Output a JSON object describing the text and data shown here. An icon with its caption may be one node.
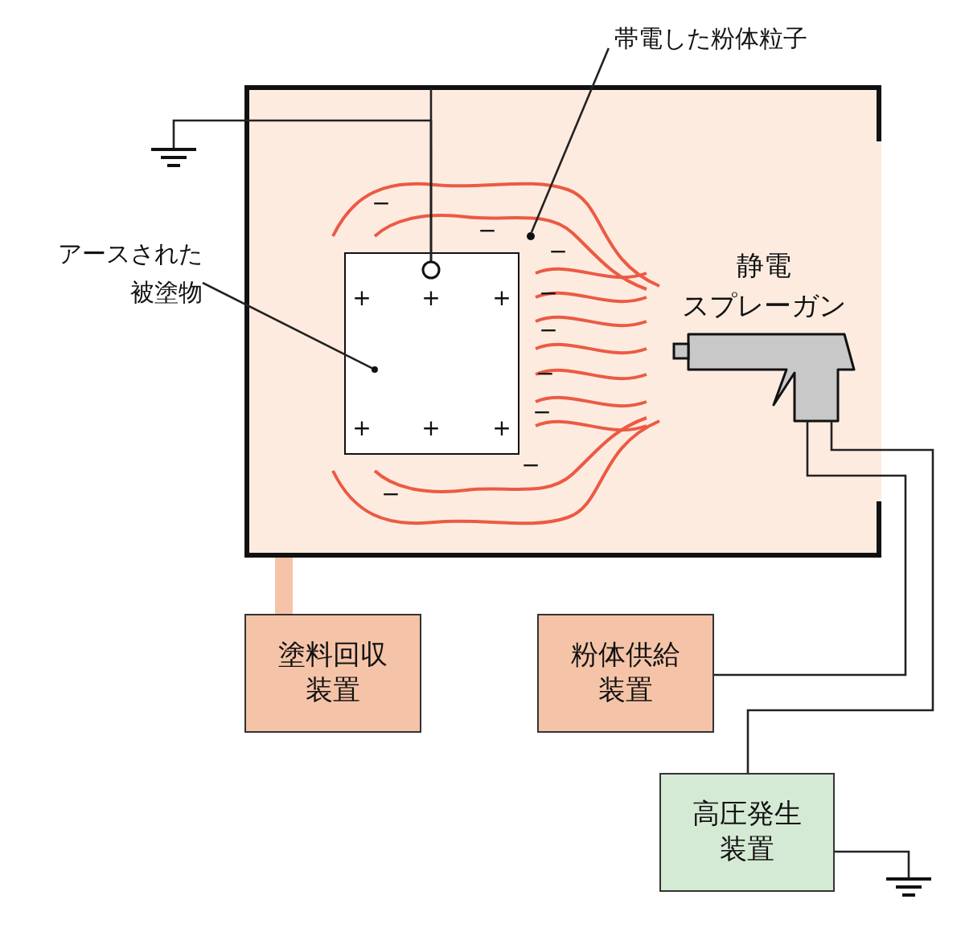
{
  "diagram": {
    "nodes": [
      {
        "text": [],
        "shape": "box"
      },
      {
        "text": [],
        "shape": "box",
        "in": 0
      },
      {
        "text": [
          "アースされた被塗物"
        ]
      },
      {
        "text": [
          "帯電した粉体粒子"
        ]
      },
      {
        "text": [],
        "shape": "picture",
        "in": 0,
        "beside": [
          "静電",
          "スプレーガン"
        ]
      },
      {
        "text": [
          "塗料回収装置"
        ]
      },
      {
        "text": [
          "粉体供給装置"
        ]
      },
      {
        "text": [
          "高圧発生装置"
        ]
      },
      {
        "text": [],
        "shape": "ground"
      },
      {
        "text": [],
        "shape": "ground"
      },
      {
        "text": [],
        "shape": "circle",
        "in": 0
      }
    ],
    "edges": [
      {
        "from": 1,
        "to": 0,
        "arrow": "none"
      },
      {
        "from": 1,
        "to": 8,
        "arrow": "none"
      },
      {
        "from": 2,
        "to": 1,
        "arrow": "other"
      },
      {
        "from": 3,
        "to": 10,
        "arrow": "none"
      },
      {
        "from": 0,
        "to": 5,
        "arrow": "none",
        "style": "thick",
        "color": "#f5c4a8"
      },
      {
        "from": 6,
        "to": 4,
        "arrow": "none"
      },
      {
        "from": 7,
        "to": 4,
        "arrow": "none"
      },
      {
        "from": 7,
        "to": 9,
        "arrow": "none"
      }
    ],
    "labels": [
      "−",
      "−",
      "−",
      "+",
      "+",
      "+",
      "−",
      "−",
      "−",
      "−",
      "+",
      "+",
      "+",
      "−",
      "−"
    ]
  }
}
